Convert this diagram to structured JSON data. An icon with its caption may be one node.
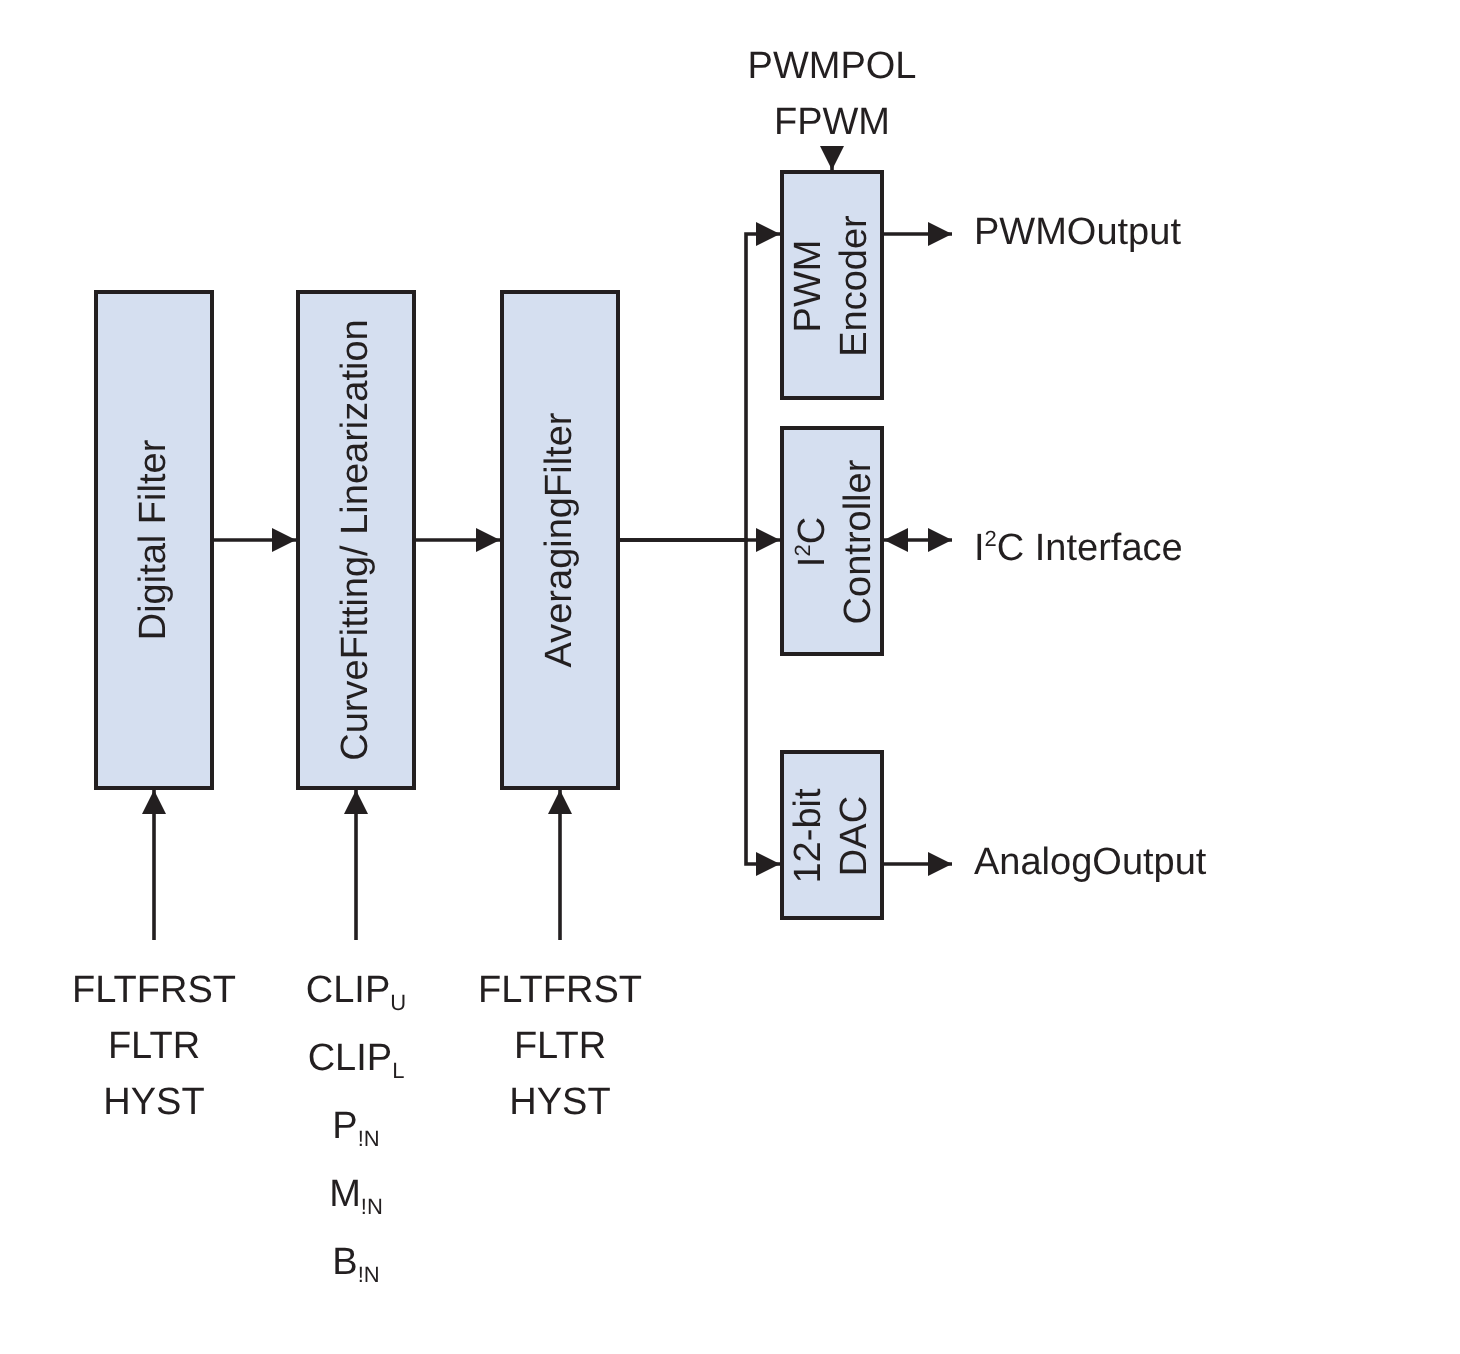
{
  "diagram": {
    "nodes": [
      {
        "text": [
          "Digital Filter"
        ]
      },
      {
        "text": [
          "CurveFitting/ Linearization"
        ]
      },
      {
        "text": [
          "AveragingFilter"
        ]
      },
      {
        "text": [
          "PWM Encoder"
        ]
      },
      {
        "text": [
          "I$^{2}$C Controller"
        ]
      },
      {
        "text": [
          "12-bit DAC"
        ]
      },
      {
        "text": [
          "FLTFRST",
          "FLTR",
          "HYST"
        ]
      },
      {
        "text": [
          "CLIP$_{U}$",
          "CLIP$_{L}$",
          "P$_{!N}$",
          "M$_{!N}$",
          "B$_{!N}$"
        ]
      },
      {
        "text": [
          "FLTFRST",
          "FLTR",
          "HYST"
        ]
      },
      {
        "text": [
          "PWMPOL",
          "FPWM"
        ]
      },
      {
        "text": [
          "PWMOutput"
        ]
      },
      {
        "text": [
          "I$^{2}$C Interface"
        ]
      },
      {
        "text": [
          "AnalogOutput"
        ]
      }
    ],
    "edges": [
      {
        "from": 0,
        "to": 1,
        "arrow": "to"
      },
      {
        "from": 1,
        "to": 2,
        "arrow": "to"
      },
      {
        "from": 2,
        "to": 3,
        "arrow": "to"
      },
      {
        "from": 2,
        "to": 4,
        "arrow": "to"
      },
      {
        "from": 2,
        "to": 5,
        "arrow": "to"
      },
      {
        "from": 6,
        "to": 0,
        "arrow": "to"
      },
      {
        "from": 7,
        "to": 1,
        "arrow": "to"
      },
      {
        "from": 8,
        "to": 2,
        "arrow": "to"
      },
      {
        "from": 9,
        "to": 3,
        "arrow": "to"
      },
      {
        "from": 3,
        "to": 10,
        "arrow": "to"
      },
      {
        "from": 4,
        "to": 11,
        "arrow": "both"
      },
      {
        "from": 5,
        "to": 12,
        "arrow": "to"
      }
    ]
  }
}
